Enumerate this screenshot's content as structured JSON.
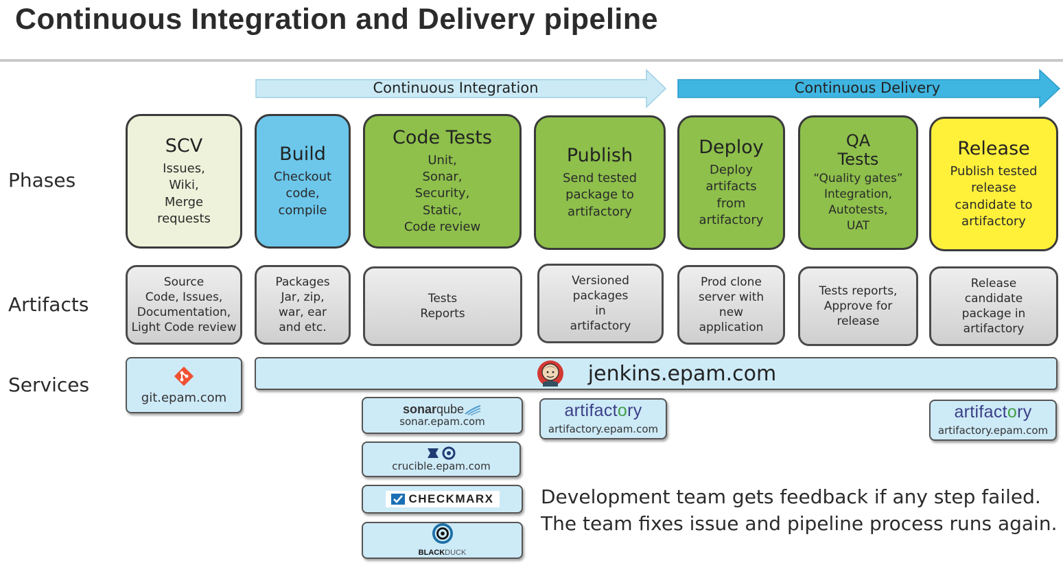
{
  "title": "Continuous Integration and Delivery pipeline",
  "stages": {
    "ci": "Continuous Integration",
    "cd": "Continuous Delivery"
  },
  "row_labels": {
    "phases": "Phases",
    "artifacts": "Artifacts",
    "services": "Services"
  },
  "phases": [
    {
      "title": "SCV",
      "desc": "Issues,\nWiki,\nMerge\nrequests",
      "color": "#eef2da"
    },
    {
      "title": "Build",
      "desc": "Checkout\ncode,\ncompile",
      "color": "#6cc7eb"
    },
    {
      "title": "Code Tests",
      "desc": "Unit,\nSonar,\nSecurity,\nStatic,\nCode review",
      "color": "#8ec04b"
    },
    {
      "title": "Publish",
      "desc": "Send tested\npackage to\nartifactory",
      "color": "#8ec04b"
    },
    {
      "title": "Deploy",
      "desc": "Deploy\nartifacts\nfrom\nartifactory",
      "color": "#8ec04b"
    },
    {
      "title": "QA\nTests",
      "desc": "“Quality gates”\nIntegration,\nAutotests,\nUAT",
      "color": "#8ec04b"
    },
    {
      "title": "Release",
      "desc": "Publish tested\nrelease\ncandidate to\nartifactory",
      "color": "#fff03a"
    }
  ],
  "artifacts": [
    "Source\nCode, Issues,\nDocumentation,\nLight Code review",
    "Packages\nJar, zip,\nwar, ear\nand etc.",
    "Tests\nReports",
    "Versioned\npackages\nin\nartifactory",
    "Prod clone\nserver with\nnew\napplication",
    "Tests reports,\nApprove for\nrelease",
    "Release\ncandidate\npackage in\nartifactory"
  ],
  "services": {
    "git": {
      "url": "git.epam.com",
      "icon": "git-icon"
    },
    "jenkins": {
      "url": "jenkins.epam.com",
      "icon": "jenkins-icon"
    },
    "sonar": {
      "logo_a": "sonar",
      "logo_b": "qube",
      "url": "sonar.epam.com"
    },
    "crucible": {
      "url": "crucible.epam.com",
      "icon": "crucible-icon"
    },
    "checkmarx": {
      "logo": "CHECKMARX"
    },
    "blackduck": {
      "logo_a": "BLACK",
      "logo_b": "DUCK"
    },
    "artifactory_publish": {
      "logo_a": "artifact",
      "logo_o": "o",
      "logo_b": "ry",
      "url": "artifactory.epam.com"
    },
    "artifactory_release": {
      "logo_a": "artifact",
      "logo_o": "o",
      "logo_b": "ry",
      "url": "artifactory.epam.com"
    }
  },
  "feedback": {
    "line1": "Development team gets feedback if any step failed.",
    "line2": "The team fixes issue and pipeline process runs again."
  },
  "colors": {
    "ci_arrow": "#cbeaf6",
    "cd_arrow": "#3fb5e1",
    "service_bg": "#cdeaf7",
    "artifact_bg": "#d9d9d9"
  }
}
